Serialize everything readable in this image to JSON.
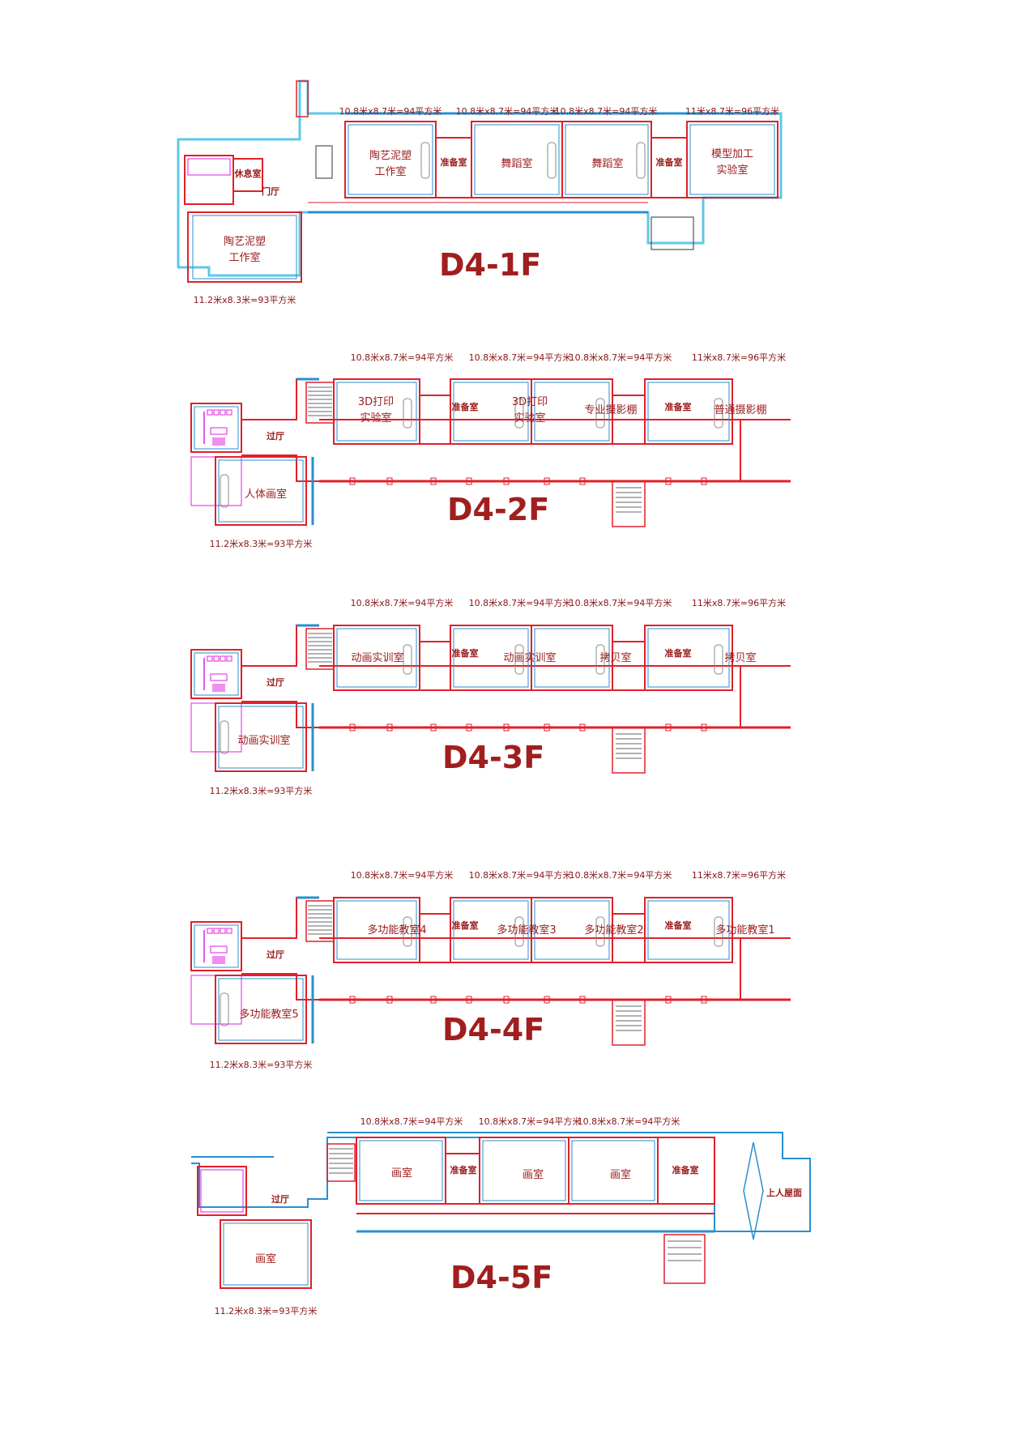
{
  "colors": {
    "wall_red": "#e0202a",
    "wall_blue": "#2a8fd0",
    "wall_cyan": "#5ec8e6",
    "label": "#9b1b1b",
    "toilet_magenta": "#e020e0"
  },
  "floors": [
    {
      "id": "1F",
      "title": "D4-1F",
      "dims": [
        "10.8米x8.7米=94平方米",
        "10.8米x8.7米=94平方米",
        "10.8米x8.7米=94平方米",
        "11米x8.7米=96平方米",
        "11.2米x8.3米=93平方米"
      ],
      "rooms": [
        "陶艺泥塑",
        "工作室",
        "准备室",
        "舞蹈室",
        "舞蹈室",
        "准备室",
        "模型加工",
        "实验室",
        "陶艺泥塑",
        "工作室"
      ],
      "misc": [
        "休息室",
        "门厅"
      ]
    },
    {
      "id": "2F",
      "title": "D4-2F",
      "dims": [
        "10.8米x8.7米=94平方米",
        "10.8米x8.7米=94平方米",
        "10.8米x8.7米=94平方米",
        "11米x8.7米=96平方米",
        "11.2米x8.3米=93平方米"
      ],
      "rooms": [
        "3D打印",
        "实验室",
        "准备室",
        "3D打印",
        "实验室",
        "专业摄影棚",
        "准备室",
        "普通摄影棚",
        "人体画室"
      ],
      "misc": [
        "过厅"
      ]
    },
    {
      "id": "3F",
      "title": "D4-3F",
      "dims": [
        "10.8米x8.7米=94平方米",
        "10.8米x8.7米=94平方米",
        "10.8米x8.7米=94平方米",
        "11米x8.7米=96平方米",
        "11.2米x8.3米=93平方米"
      ],
      "rooms": [
        "动画实训室",
        "准备室",
        "动画实训室",
        "拷贝室",
        "准备室",
        "拷贝室",
        "动画实训室"
      ],
      "misc": [
        "过厅"
      ]
    },
    {
      "id": "4F",
      "title": "D4-4F",
      "dims": [
        "10.8米x8.7米=94平方米",
        "10.8米x8.7米=94平方米",
        "10.8米x8.7米=94平方米",
        "11米x8.7米=96平方米",
        "11.2米x8.3米=93平方米"
      ],
      "rooms": [
        "多功能教室4",
        "准备室",
        "多功能教室3",
        "多功能教室2",
        "准备室",
        "多功能教室1",
        "多功能教室5"
      ],
      "misc": [
        "过厅"
      ]
    },
    {
      "id": "5F",
      "title": "D4-5F",
      "dims": [
        "10.8米x8.7米=94平方米",
        "10.8米x8.7米=94平方米",
        "10.8米x8.7米=94平方米",
        "11.2米x8.3米=93平方米"
      ],
      "rooms": [
        "画室",
        "准备室",
        "画室",
        "画室",
        "准备室",
        "画室"
      ],
      "misc": [
        "过厅",
        "上人屋面"
      ]
    }
  ]
}
